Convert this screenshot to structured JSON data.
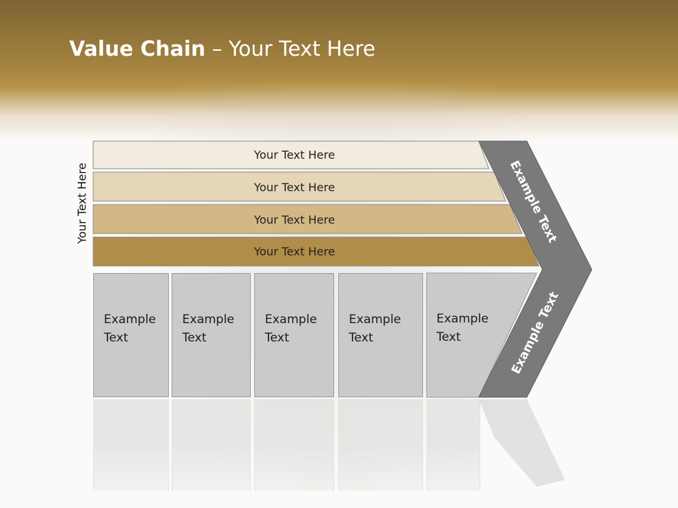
{
  "title": {
    "bold": "Value Chain",
    "rest": " – Your Text Here"
  },
  "side_label": "Your Text Here",
  "bands": [
    {
      "label": "Your Text Here",
      "color": "#f2ebdf"
    },
    {
      "label": "Your Text Here",
      "color": "#e6d6b8"
    },
    {
      "label": "Your Text Here",
      "color": "#d3b886"
    },
    {
      "label": "Your Text Here",
      "color": "#b08d48"
    }
  ],
  "cells": [
    {
      "line1": "Example",
      "line2": "Text"
    },
    {
      "line1": "Example",
      "line2": "Text"
    },
    {
      "line1": "Example",
      "line2": "Text"
    },
    {
      "line1": "Example",
      "line2": "Text"
    },
    {
      "line1": "Example",
      "line2": "Text"
    }
  ],
  "chevron_upper": "Example Text",
  "chevron_lower": "Example Text",
  "colors": {
    "chevron": "#7a7a7a",
    "cell": "#cacaca",
    "header_dark": "#7d6433"
  }
}
